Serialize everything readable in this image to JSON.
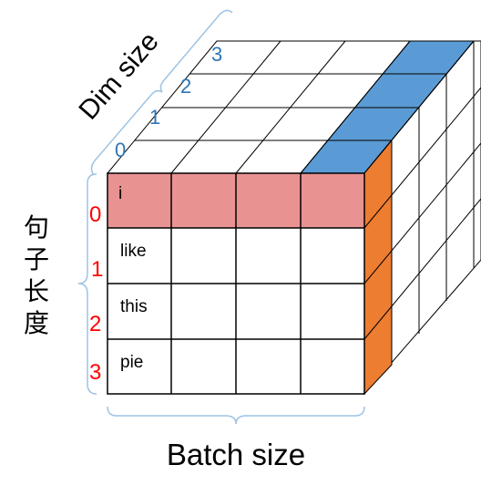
{
  "colors": {
    "top_highlight": "#5b9bd5",
    "row_highlight": "#e99292",
    "side_highlight": "#ed7d31",
    "brace": "#9dc3e6",
    "depth_index": "#2e75b6",
    "row_index": "#ff0000",
    "line": "#000000",
    "text": "#000000"
  },
  "labels": {
    "dim_size": "Dim size",
    "batch_size": "Batch size",
    "sentence_length": [
      "句",
      "子",
      "长",
      "度"
    ]
  },
  "depth_indices": [
    "0",
    "1",
    "2",
    "3"
  ],
  "row_indices": [
    "0",
    "1",
    "2",
    "3"
  ],
  "words": [
    "i",
    "like",
    "this",
    "pie"
  ]
}
